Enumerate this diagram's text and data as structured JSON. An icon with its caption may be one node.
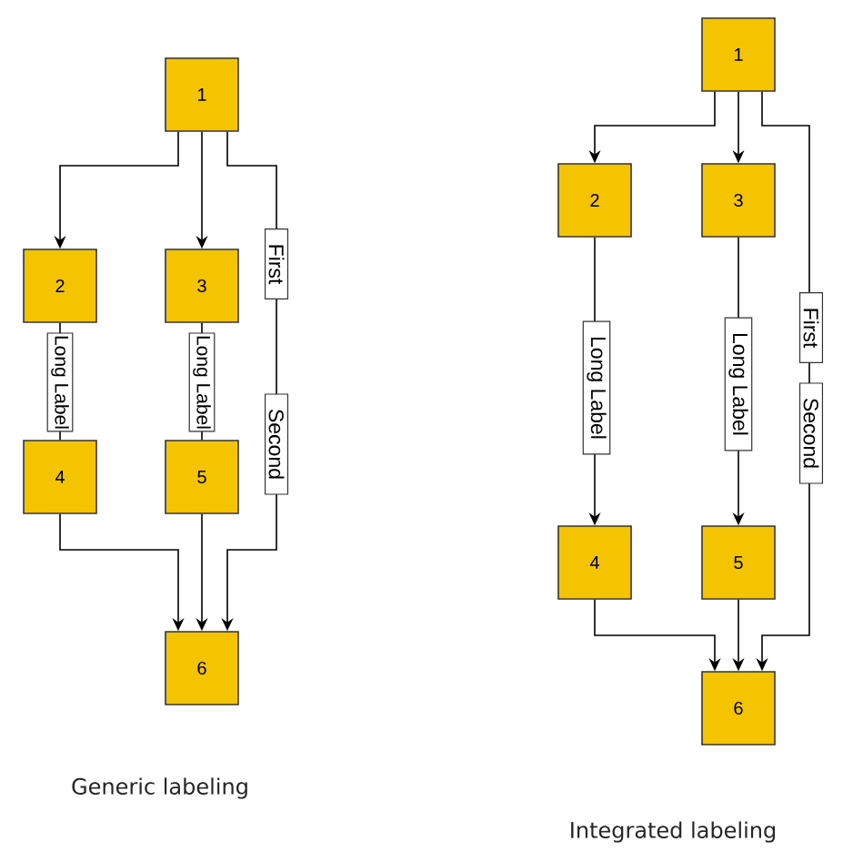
{
  "diagram": {
    "nodes": [
      {
        "text": [
          "1"
        ]
      },
      {
        "text": [
          "2"
        ]
      },
      {
        "text": [
          "3"
        ]
      },
      {
        "text": [
          "4"
        ]
      },
      {
        "text": [
          "5"
        ]
      },
      {
        "text": [
          "6"
        ]
      },
      {
        "text": [
          "1"
        ]
      },
      {
        "text": [
          "2"
        ]
      },
      {
        "text": [
          "3"
        ]
      },
      {
        "text": [
          "4"
        ]
      },
      {
        "text": [
          "5"
        ]
      },
      {
        "text": [
          "6"
        ]
      }
    ],
    "edges": [
      {
        "from": 0,
        "to": 1,
        "arrow": "to"
      },
      {
        "from": 0,
        "to": 2,
        "arrow": "to"
      },
      {
        "from": 0,
        "to": 5,
        "arrow": "to",
        "label": "First"
      },
      {
        "from": 1,
        "to": 3,
        "arrow": "none",
        "label": "Long Label"
      },
      {
        "from": 2,
        "to": 4,
        "arrow": "none",
        "label": "Long Label"
      },
      {
        "from": 3,
        "to": 5,
        "arrow": "to"
      },
      {
        "from": 4,
        "to": 5,
        "arrow": "to"
      },
      {
        "from": 6,
        "to": 7,
        "arrow": "to"
      },
      {
        "from": 6,
        "to": 8,
        "arrow": "to"
      },
      {
        "from": 6,
        "to": 11,
        "arrow": "to",
        "label": "First"
      },
      {
        "from": 7,
        "to": 9,
        "arrow": "to",
        "label": "Long Label"
      },
      {
        "from": 8,
        "to": 10,
        "arrow": "to",
        "label": "Long Label"
      },
      {
        "from": 9,
        "to": 11,
        "arrow": "to"
      },
      {
        "from": 10,
        "to": 11,
        "arrow": "to"
      }
    ],
    "labels": [
      "Second",
      "Second",
      "Generic labeling",
      "Integrated labeling"
    ]
  }
}
